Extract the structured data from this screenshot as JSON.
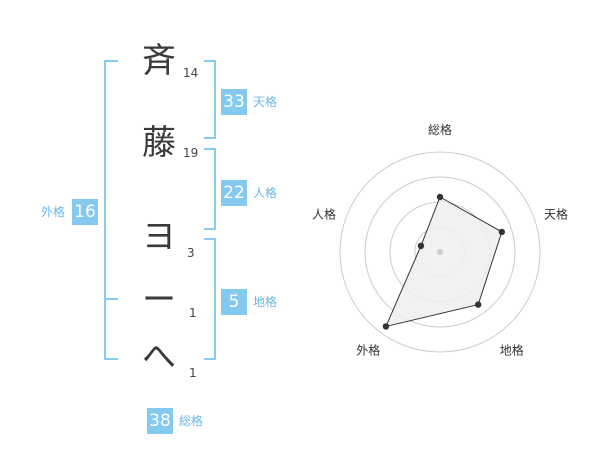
{
  "name": {
    "characters": [
      {
        "char": "斉",
        "strokes": "14"
      },
      {
        "char": "藤",
        "strokes": "19"
      },
      {
        "char": "ヨ",
        "strokes": "3"
      },
      {
        "char": "ー",
        "strokes": "1"
      },
      {
        "char": "へ",
        "strokes": "1"
      }
    ]
  },
  "scores": {
    "tenkaku": {
      "value": "33",
      "label": "天格"
    },
    "jinkaku": {
      "value": "22",
      "label": "人格"
    },
    "chikaku": {
      "value": "5",
      "label": "地格"
    },
    "gaikaku": {
      "value": "16",
      "label": "外格"
    },
    "soukaku": {
      "value": "38",
      "label": "総格"
    }
  },
  "radar": {
    "axes": [
      "総格",
      "天格",
      "地格",
      "外格",
      "人格"
    ],
    "values": [
      0.55,
      0.65,
      0.65,
      0.92,
      0.2
    ],
    "grid_rings": 4,
    "colors": {
      "fill": "#efefef",
      "line": "#333333",
      "grid": "#cccccc",
      "point": "#333333"
    }
  },
  "colors": {
    "accent": "#86c9ee",
    "label": "#6ab8e6"
  }
}
